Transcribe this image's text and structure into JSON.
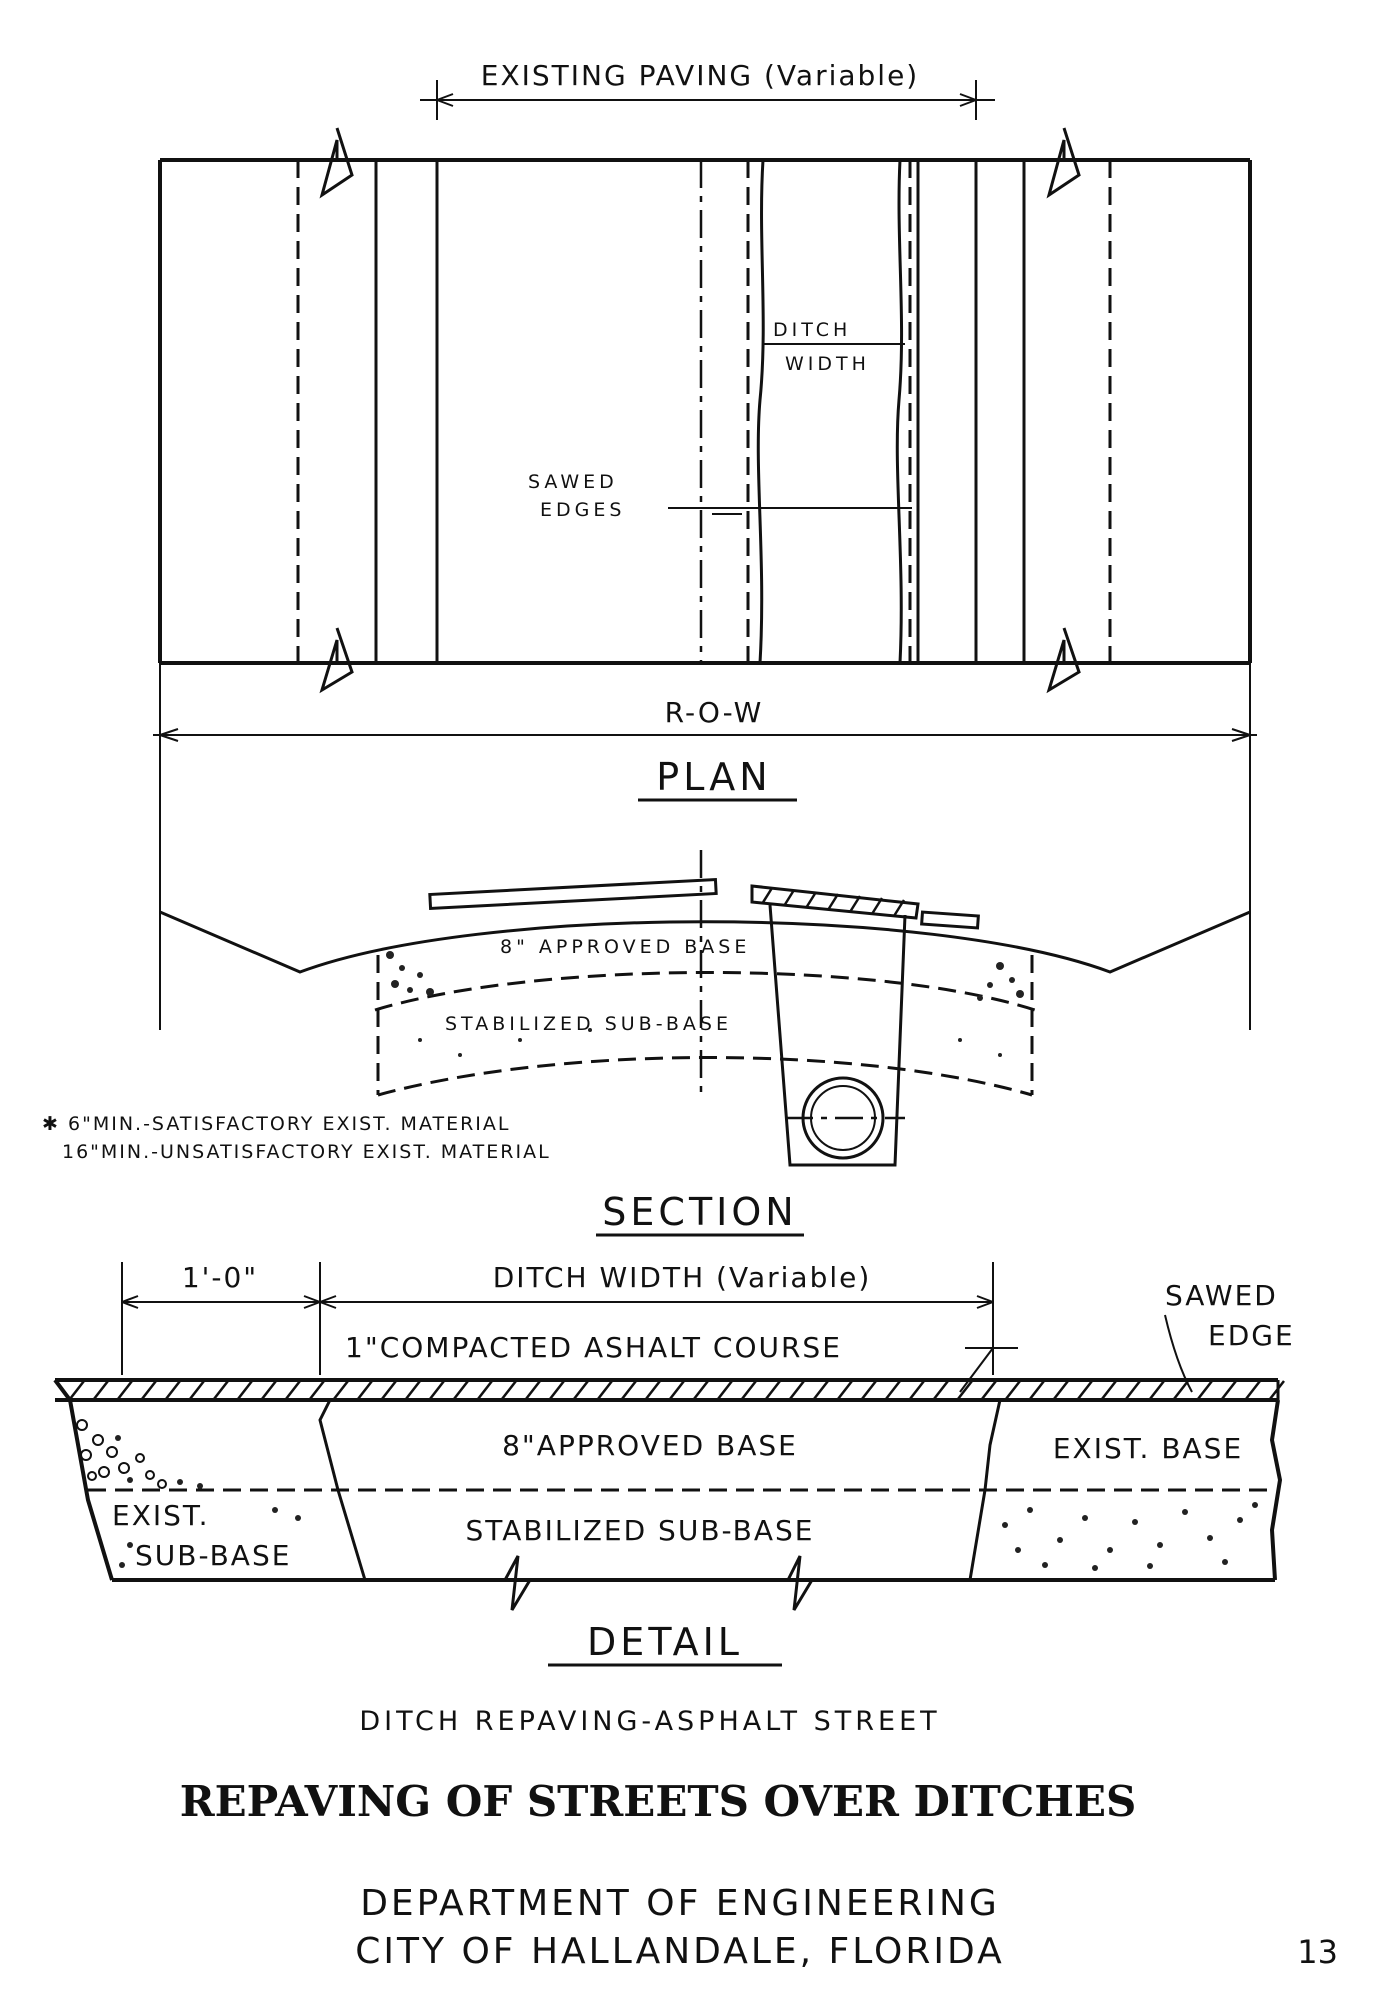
{
  "drawing": {
    "plan": {
      "existing_paving_label": "EXISTING PAVING (Variable)",
      "ditch_width_line1": "DITCH",
      "ditch_width_line2": "WIDTH",
      "sawed_edges_line1": "SAWED",
      "sawed_edges_line2": "EDGES",
      "row_label": "R-O-W",
      "title": "PLAN"
    },
    "section": {
      "approved_base_label": "8\" APPROVED BASE",
      "stabilized_label": "STABILIZED SUB-BASE",
      "note_line1": "6\"MIN.-SATISFACTORY EXIST. MATERIAL",
      "note_line2": "16\"MIN.-UNSATISFACTORY EXIST. MATERIAL",
      "note_marker": "✱",
      "title": "SECTION"
    },
    "detail": {
      "offset_label": "1'-0\"",
      "ditch_width_label": "DITCH WIDTH (Variable)",
      "asphalt_label": "1\"COMPACTED ASHALT COURSE",
      "sawed_edge_line1": "SAWED",
      "sawed_edge_line2": "EDGE",
      "approved_base_label": "8\"APPROVED BASE",
      "exist_base_label": "EXIST. BASE",
      "exist_subbase_line1": "EXIST.",
      "exist_subbase_line2": "SUB-BASE",
      "stabilized_label": "STABILIZED SUB-BASE",
      "title": "DETAIL"
    },
    "subtitle": "DITCH REPAVING-ASPHALT STREET"
  },
  "footer": {
    "main_title": "REPAVING OF STREETS OVER DITCHES",
    "department": "DEPARTMENT OF ENGINEERING",
    "city": "CITY OF HALLANDALE, FLORIDA",
    "page_number": "13"
  },
  "colors": {
    "ink": "#111111",
    "paper": "#ffffff"
  }
}
